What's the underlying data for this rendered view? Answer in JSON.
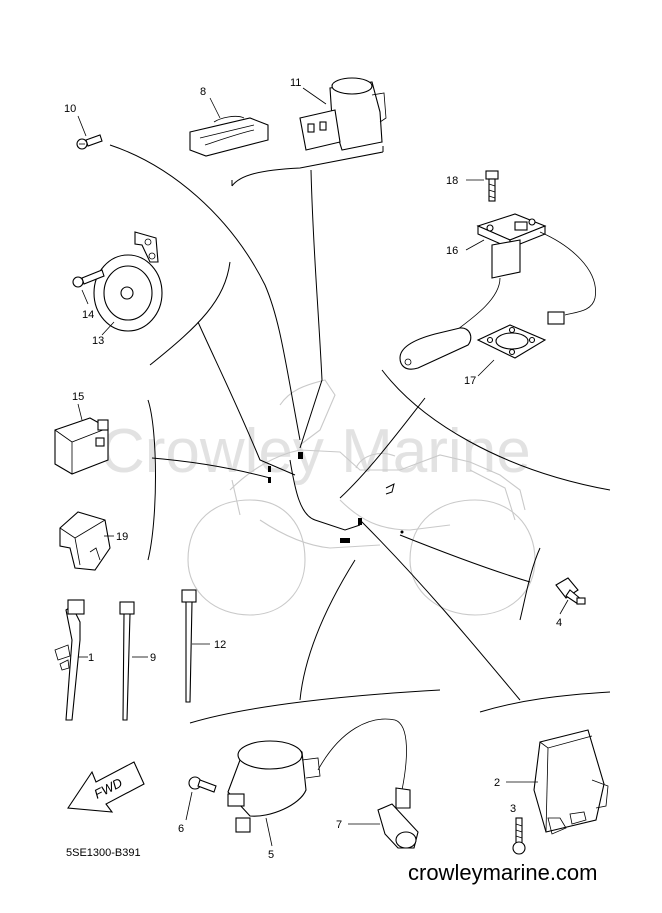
{
  "watermark": "Crowley Marine",
  "drawing_code": "5SE1300-B391",
  "website": "crowleymarine.com",
  "direction_label": "FWD",
  "parts": {
    "p1": "1",
    "p2": "2",
    "p3": "3",
    "p4": "4",
    "p5": "5",
    "p6": "6",
    "p7": "7",
    "p8": "8",
    "p9": "9",
    "p10": "10",
    "p11": "11",
    "p12": "12",
    "p13": "13",
    "p14": "14",
    "p15": "15",
    "p16": "16",
    "p17": "17",
    "p18": "18",
    "p19": "19"
  }
}
